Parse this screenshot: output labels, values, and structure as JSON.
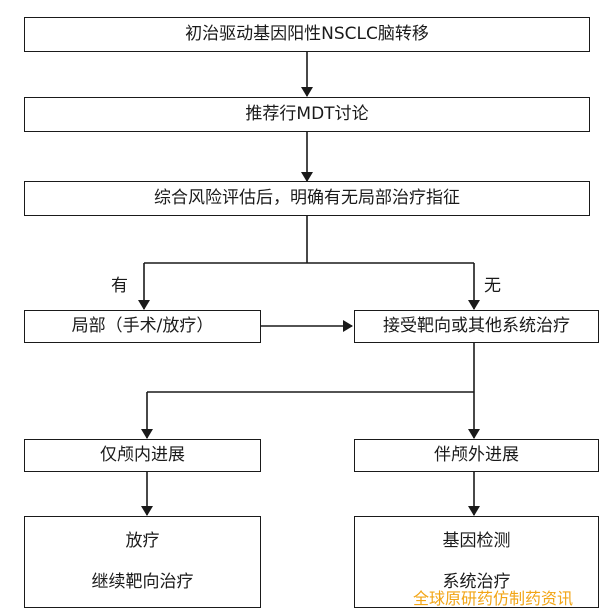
{
  "flowchart": {
    "nodes": {
      "start": "初治驱动基因阳性NSCLC脑转移",
      "mdt": "推荐行MDT讨论",
      "assess": "综合风险评估后，明确有无局部治疗指征",
      "local": "局部（手术/放疗）",
      "systemic": "接受靶向或其他系统治疗",
      "intracranial": "仅颅内进展",
      "extracranial": "伴颅外进展",
      "radio_line1": "放疗",
      "radio_line2": "继续靶向治疗",
      "gene_line1": "基因检测",
      "gene_line2": "系统治疗"
    },
    "edge_labels": {
      "yes": "有",
      "no": "无"
    }
  },
  "watermark": "全球原研药仿制药资讯"
}
